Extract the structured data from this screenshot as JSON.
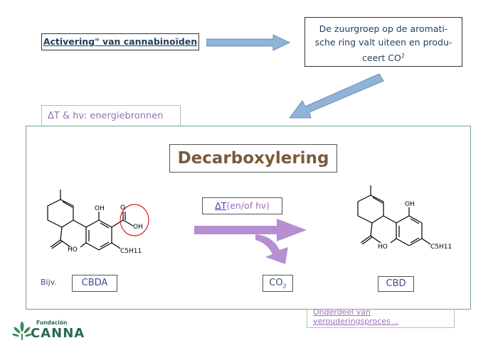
{
  "top": {
    "activation": "Activering\" van cannabinoïden",
    "explain_line1": "De zuurgroep op de aromati-",
    "explain_line2": "sche ring valt uiteen en produ-",
    "explain_line3": "ceert CO",
    "explain_sub": "2"
  },
  "energy": "ΔT & hν: energiebronnen",
  "aging": {
    "line1": "Onderdeel van",
    "line2": "verouderingsproces",
    "ellipsis": "..."
  },
  "main": {
    "title": "Decarboxylering",
    "condition_prefix": "Δ",
    "condition_t": "T",
    "condition_rest": "(en/of hν)",
    "example": "Bijv.",
    "reactant": "CBDA",
    "product_gas": "CO",
    "product_gas_sub": "2",
    "product": "CBD"
  },
  "molecules": {
    "oh": "OH",
    "ho": "HO",
    "o": "O",
    "alkyl": "C5H11"
  },
  "logo": {
    "line1": "Fundación",
    "line2": "CANNA"
  },
  "colors": {
    "arrow_blue": "#8fb3d9",
    "arrow_purple": "#b58fd0",
    "ring_red": "#e02020",
    "frame_green": "#6fa58d"
  }
}
